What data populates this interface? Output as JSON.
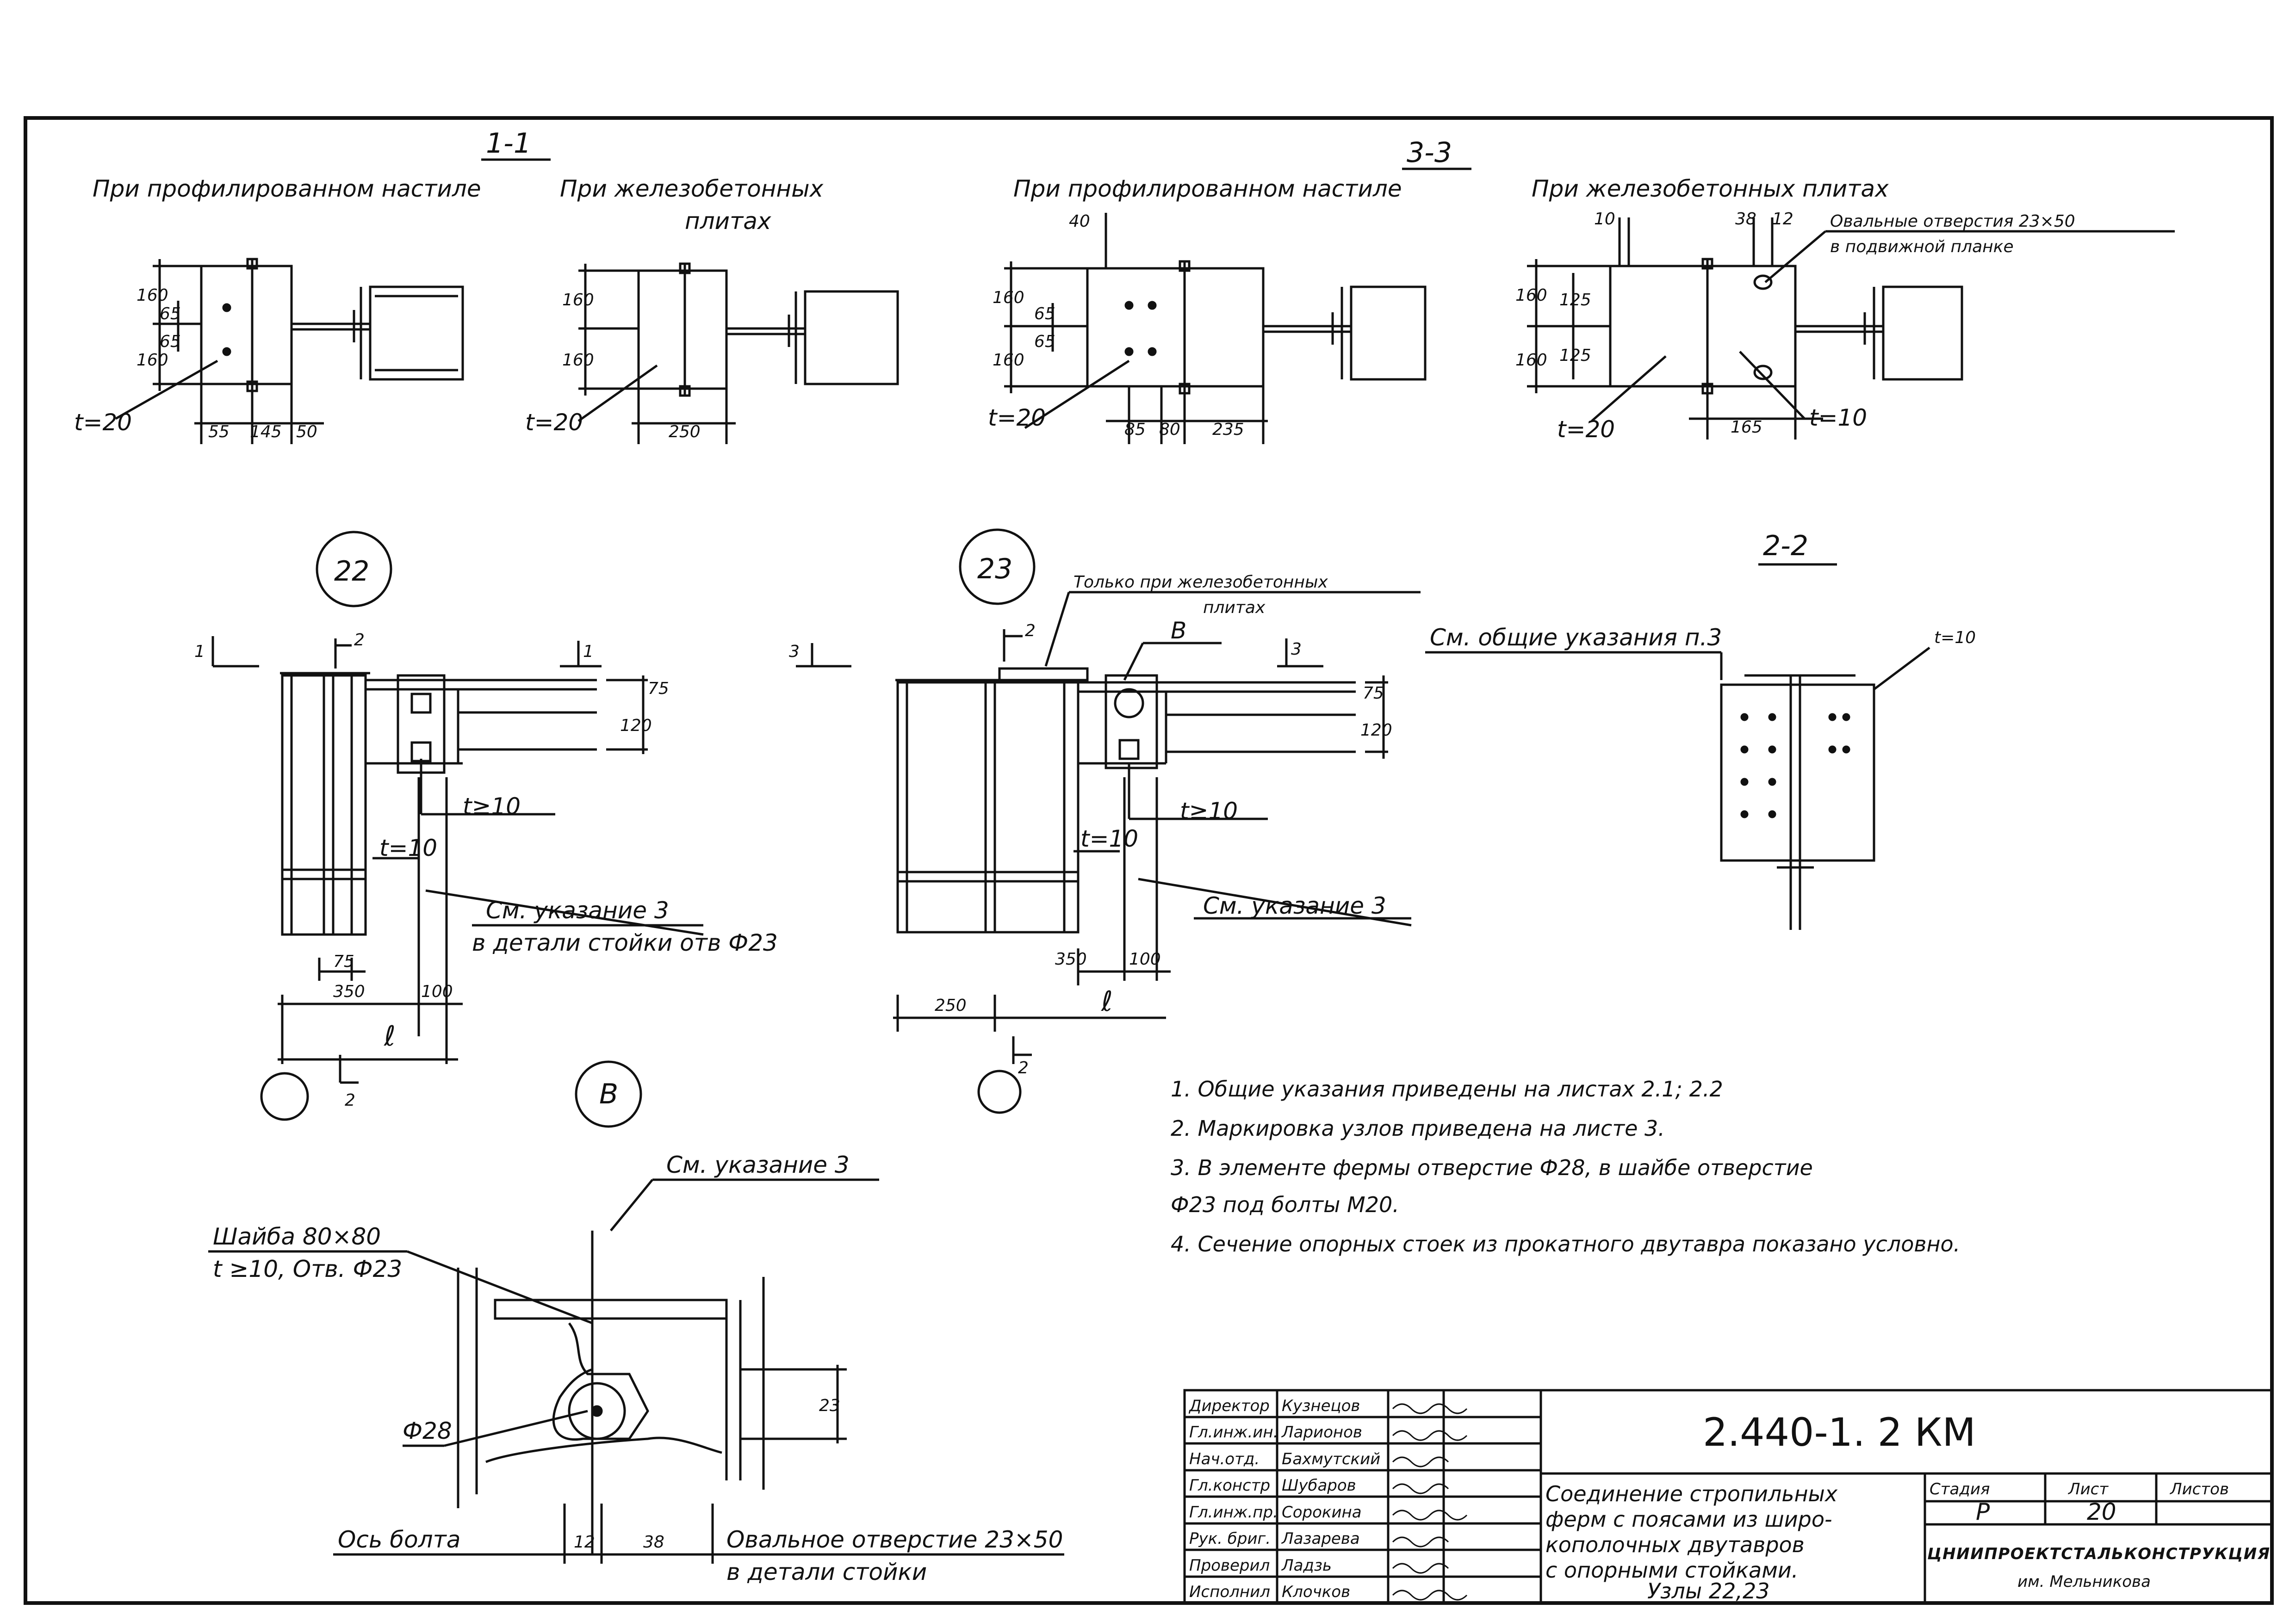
{
  "sections": {
    "s11": {
      "title": "1-1",
      "left_caption": "При профилированном настиле",
      "right_caption_1": "При железобетонных",
      "right_caption_2": "плитах",
      "left_dims": {
        "d1": "160",
        "d2": "160",
        "d3": "65",
        "d4": "65",
        "t": "t=20",
        "b1": "55",
        "b2": "145",
        "b3": "50"
      },
      "right_dims": {
        "d1": "160",
        "d2": "160",
        "t": "t=20",
        "b1": "250"
      }
    },
    "s33": {
      "title": "3-3",
      "left_caption": "При профилированном настиле",
      "right_caption": "При железобетонных плитах",
      "oval_1": "Овальные отверстия 23×50",
      "oval_2": "в подвижной планке",
      "left_dims": {
        "top": "40",
        "d1": "160",
        "d2": "160",
        "d3": "65",
        "d4": "65",
        "t": "t=20",
        "b1": "85",
        "b2": "80",
        "b3": "235"
      },
      "right_dims": {
        "top1": "10",
        "top2": "38",
        "top3": "12",
        "d1": "160",
        "d2": "160",
        "d3": "125",
        "d4": "125",
        "t1": "t=20",
        "b1": "165",
        "t2": "t=10"
      }
    },
    "s22": {
      "title": "2-2",
      "note": "См. общие указания п.3",
      "t": "t=10"
    }
  },
  "nodes": {
    "n22": {
      "label": "22",
      "cut1": "1",
      "cut1b": "1",
      "cut2": "2",
      "cut2b": "2",
      "dims": {
        "a": "120",
        "b": "75",
        "c": "75",
        "d": "350",
        "e": "100",
        "l": "ℓ"
      },
      "t1": "t≥10",
      "t2": "t=10",
      "ref_1": "См. указание 3",
      "ref_2": "в детали стойки отв Ф23"
    },
    "n23": {
      "label": "23",
      "cut3": "3",
      "cut3b": "3",
      "cut2": "2",
      "cut2b": "2",
      "only": "Только при железобетонных",
      "only_2": "плитах",
      "bmark": "В",
      "dims": {
        "a": "120",
        "b": "75",
        "c": "350",
        "d": "100",
        "e": "250",
        "l": "ℓ"
      },
      "t1": "t≥10",
      "t2": "t=10",
      "ref_1": "См. указание 3"
    },
    "nB": {
      "label": "В",
      "ref": "См. указание 3",
      "washer_1": "Шайба 80×80",
      "washer_2": "t ≥10, Отв. Ф23",
      "phi": "Ф28",
      "axis": "Ось болта",
      "oval_1": "Овальное отверстие 23×50",
      "oval_2": "в детали стойки",
      "dims": {
        "a": "23",
        "b": "12",
        "c": "38"
      }
    }
  },
  "notes": [
    "1. Общие указания приведены на листах 2.1; 2.2",
    "2. Маркировка узлов приведена на листе 3.",
    "3. В элементе фермы отверстие Ф28, в шайбе отверстие",
    "Ф23 под болты М20.",
    "4. Сечение опорных стоек из прокатного двутавра показано условно."
  ],
  "title_block": {
    "doc_number": "2.440-1. 2 КМ",
    "name_lines": [
      "Соединение стропильных",
      "ферм с поясами из широ-",
      "кополочных двутавров",
      "с опорными стойками.",
      "Узлы 22,23"
    ],
    "stage_header": "Стадия",
    "sheet_header": "Лист",
    "sheets_header": "Листов",
    "stage": "Р",
    "sheet": "20",
    "sheets": "",
    "org_1": "ЦНИИПРОЕКТСТАЛЬКОНСТРУКЦИЯ",
    "org_2": "им. Мельникова",
    "signatures": [
      {
        "role": "Директор",
        "name": "Кузнецов"
      },
      {
        "role": "Гл.инж.ин.",
        "name": "Ларионов"
      },
      {
        "role": "Нач.отд.",
        "name": "Бахмутский"
      },
      {
        "role": "Гл.констр",
        "name": "Шубаров"
      },
      {
        "role": "Гл.инж.пр.",
        "name": "Сорокина"
      },
      {
        "role": "Рук. бриг.",
        "name": "Лазарева"
      },
      {
        "role": "Проверил",
        "name": "Ладзь"
      },
      {
        "role": "Исполнил",
        "name": "Клочков"
      }
    ]
  }
}
